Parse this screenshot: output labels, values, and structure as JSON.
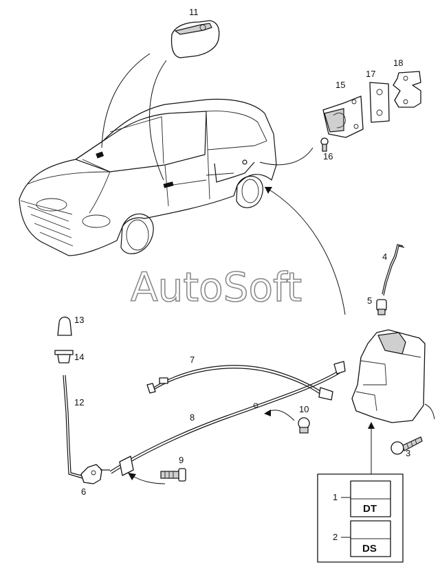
{
  "watermark": "AutoSoft",
  "callouts": {
    "c1": "1",
    "c2": "2",
    "c3": "3",
    "c4": "4",
    "c5": "5",
    "c6": "6",
    "c7": "7",
    "c8": "8",
    "c9": "9",
    "c10": "10",
    "c11": "11",
    "c12": "12",
    "c13": "13",
    "c14": "14",
    "c15": "15",
    "c16": "16",
    "c17": "17",
    "c18": "18"
  },
  "variants": {
    "v1": "DT",
    "v2": "DS"
  }
}
